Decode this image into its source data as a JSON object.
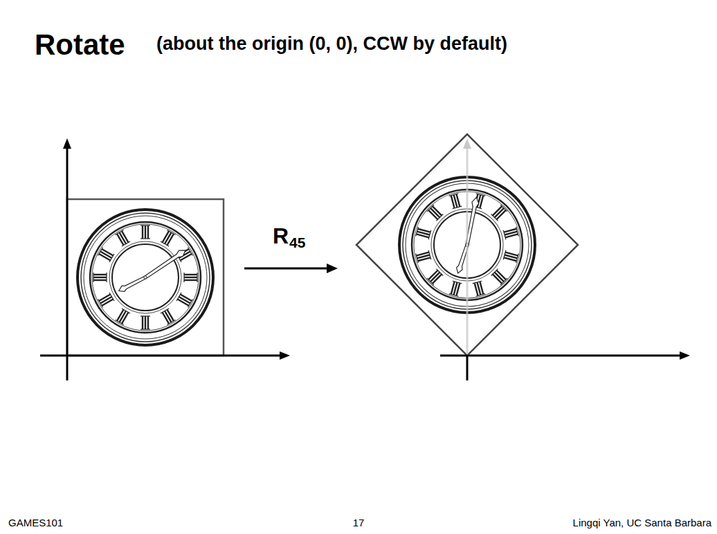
{
  "diagram": {
    "title": "Rotate",
    "labels": [
      "(about the origin (0, 0), CCW by default)",
      "R",
      "45",
      "GAMES101",
      "17",
      "Lingqi Yan, UC Santa Barbara"
    ]
  }
}
